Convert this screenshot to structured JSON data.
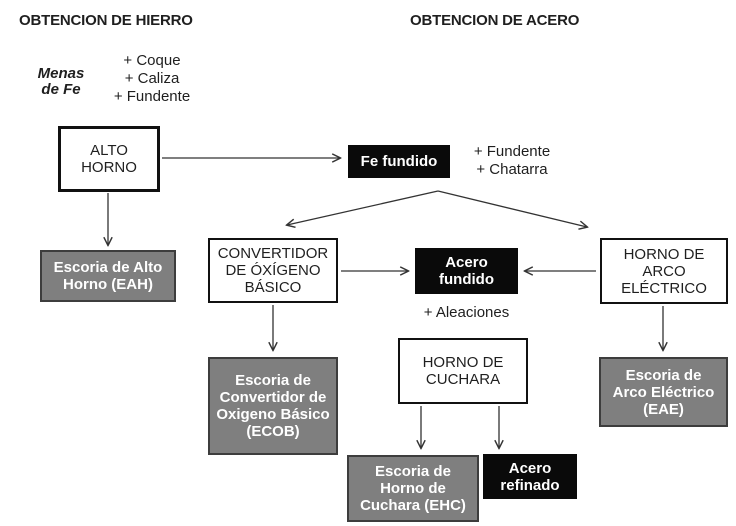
{
  "titles": {
    "iron": "OBTENCION DE HIERRO",
    "steel": "OBTENCION DE ACERO"
  },
  "annotations": {
    "menas_de_fe": "Menas\nde Fe",
    "iron_additives": "+ Coque\n+ Caliza\n+ Fundente",
    "steel_additives": "+ Fundente\n+ Chatarra",
    "aleaciones": "+ Aleaciones"
  },
  "nodes": {
    "alto_horno": "ALTO\nHORNO",
    "fe_fundido": "Fe fundido",
    "eah": "Escoria de Alto\nHorno (EAH)",
    "convertidor": "CONVERTIDOR\nDE ÓXÍGENO\nBÁSICO",
    "acero_fundido": "Acero\nfundido",
    "horno_arco": "HORNO DE\nARCO\nELÉCTRICO",
    "ecob": "Escoria de\nConvertidor de\nOxigeno Básico\n(ECOB)",
    "horno_cuchara": "HORNO DE\nCUCHARA",
    "ehc": "Escoria de\nHorno de\nCuchara (EHC)",
    "acero_refinado": "Acero\nrefinado",
    "eae": "Escoria de\nArco Eléctrico\n(EAE)"
  },
  "edges": [
    {
      "from": "alto_horno",
      "to": "fe_fundido"
    },
    {
      "from": "alto_horno",
      "to": "eah"
    },
    {
      "from": "fe_fundido",
      "to": "convertidor"
    },
    {
      "from": "fe_fundido",
      "to": "horno_arco"
    },
    {
      "from": "convertidor",
      "to": "acero_fundido"
    },
    {
      "from": "horno_arco",
      "to": "acero_fundido"
    },
    {
      "from": "convertidor",
      "to": "ecob"
    },
    {
      "from": "horno_arco",
      "to": "eae"
    },
    {
      "from": "horno_cuchara",
      "to": "ehc"
    },
    {
      "from": "horno_cuchara",
      "to": "acero_refinado"
    }
  ],
  "colors": {
    "box_gray": "#7f7f7f",
    "box_gray_border": "#3d3d3d",
    "box_black": "#0a0a0a",
    "arrow": "#333333"
  }
}
